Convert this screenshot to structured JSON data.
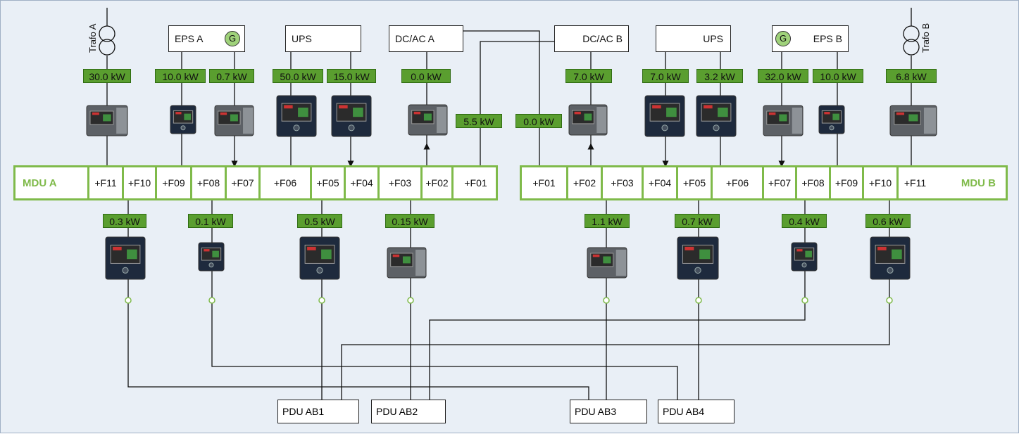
{
  "sources": {
    "trafo_a": "Trafo A",
    "trafo_b": "Trafo B",
    "eps_a": "EPS A",
    "eps_b": "EPS B",
    "ups_a": "UPS",
    "ups_b": "UPS",
    "dcac_a": "DC/AC A",
    "dcac_b": "DC/AC B",
    "generator_symbol": "G"
  },
  "mdu_a": {
    "name": "MDU A",
    "feeders": [
      "+F11",
      "+F10",
      "+F09",
      "+F08",
      "+F07",
      "+F06",
      "+F05",
      "+F04",
      "+F03",
      "+F02",
      "+F01"
    ]
  },
  "mdu_b": {
    "name": "MDU B",
    "feeders": [
      "+F01",
      "+F02",
      "+F03",
      "+F04",
      "+F05",
      "+F06",
      "+F07",
      "+F08",
      "+F09",
      "+F10",
      "+F11"
    ]
  },
  "upper_power": {
    "trafo_a": "30.0 kW",
    "eps_a_f10": "10.0 kW",
    "eps_a_f08": "0.7 kW",
    "ups_a_f06": "50.0 kW",
    "ups_a_f04": "15.0 kW",
    "dcac_a_f02": "0.0 kW",
    "dcac_a_f01": "5.5 kW",
    "dcac_b_f01": "0.0 kW",
    "dcac_b_f02": "7.0 kW",
    "ups_b_f04": "7.0 kW",
    "ups_b_f06": "3.2 kW",
    "eps_b_f07": "32.0 kW",
    "eps_b_f09": "10.0 kW",
    "trafo_b": "6.8 kW"
  },
  "lower_power": {
    "a_f10": "0.3 kW",
    "a_f08": "0.1 kW",
    "a_f05": "0.5 kW",
    "a_f03": "0.15 kW",
    "b_f03": "1.1 kW",
    "b_f05": "0.7 kW",
    "b_f08": "0.4 kW",
    "b_f10": "0.6 kW"
  },
  "pdus": [
    "PDU AB1",
    "PDU AB2",
    "PDU AB3",
    "PDU AB4"
  ],
  "colors": {
    "green": "#7fba4a",
    "dark_green": "#5a9e2f",
    "background": "#e9eff6",
    "meter_screen": "#cc3333"
  }
}
